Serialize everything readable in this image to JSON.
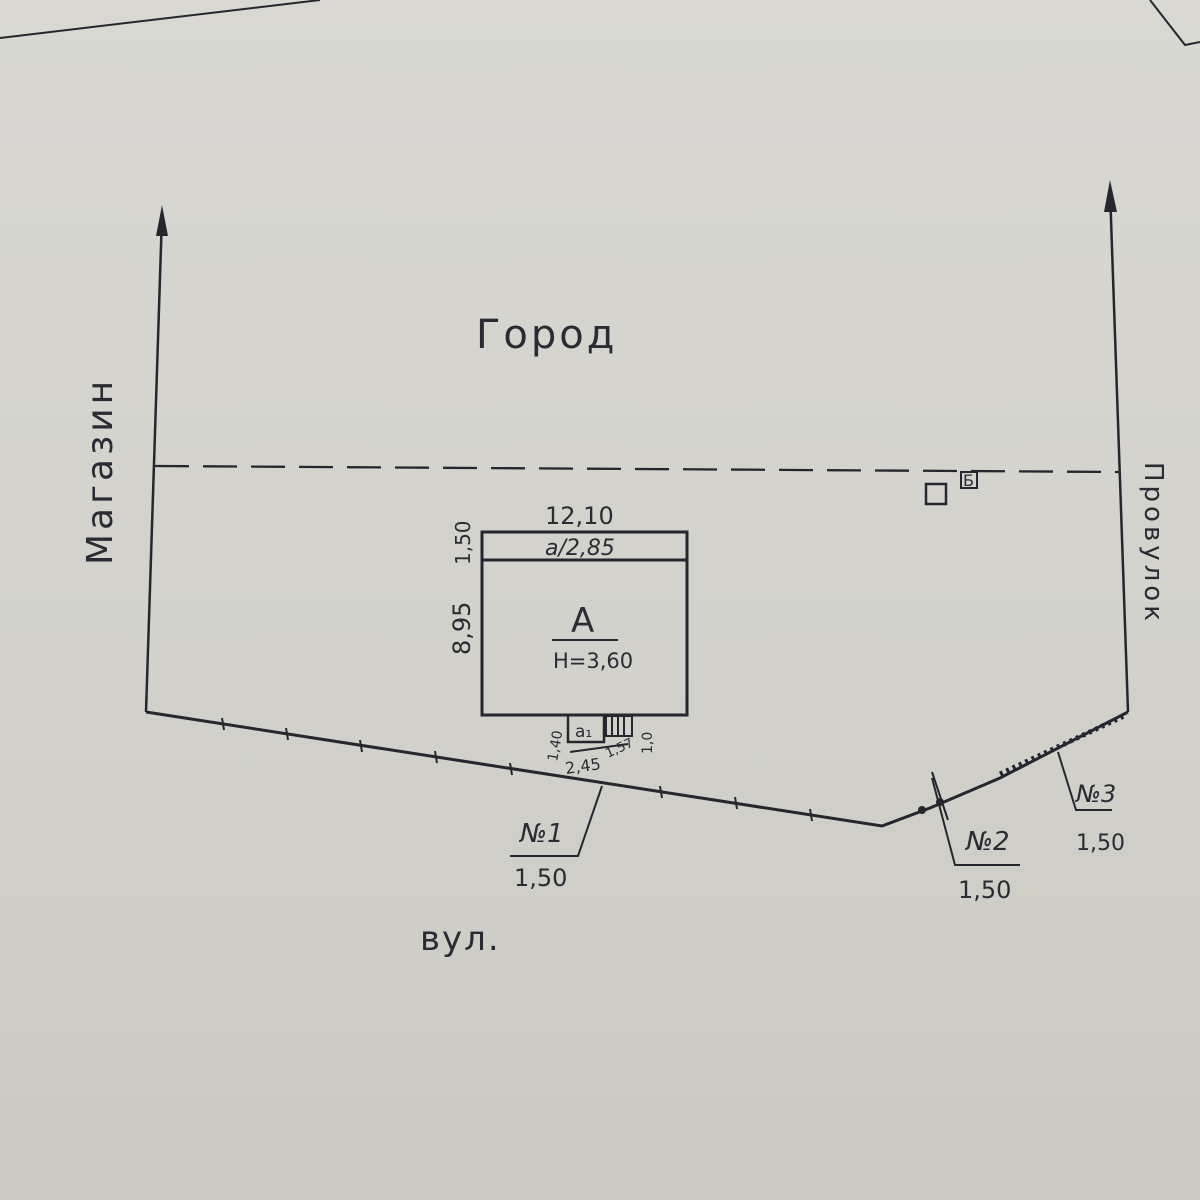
{
  "labels": {
    "garden": "Город",
    "store": "Магазин",
    "lane": "Провулок",
    "street": "вул."
  },
  "building": {
    "length": "12,10",
    "annex_label": "а/2,85",
    "annex_depth": "1,50",
    "width": "8,95",
    "letter": "А",
    "height": "Н=3,60"
  },
  "porch": {
    "letter": "а₁",
    "dim_left": "1,40",
    "dim_bottom": "2,45",
    "dim_mid": "1,57",
    "dim_right": "1,0"
  },
  "marker": {
    "letter": "Б"
  },
  "gates": [
    {
      "number": "№1",
      "size": "1,50"
    },
    {
      "number": "№2",
      "size": "1,50"
    },
    {
      "number": "№3",
      "size": "1,50"
    }
  ],
  "colors": {
    "paper": "#d6d5cf",
    "ink": "#26262e"
  }
}
